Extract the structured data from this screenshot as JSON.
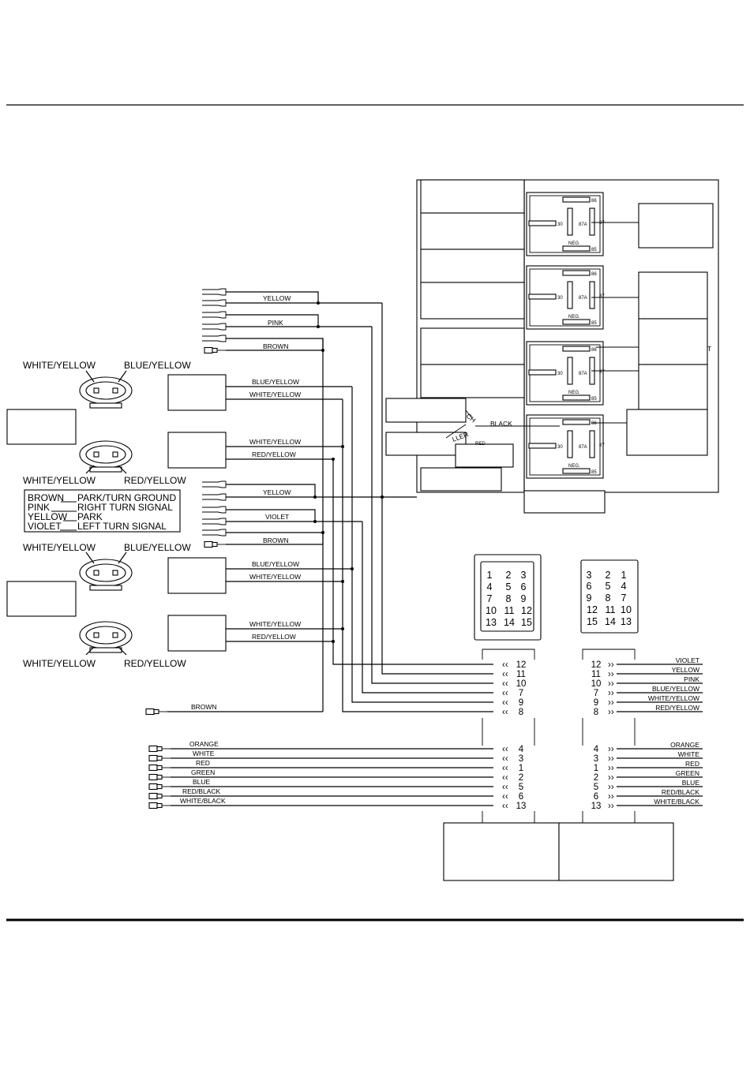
{
  "wires": {
    "upper_harness": [
      "YELLOW",
      "PINK",
      "BROWN"
    ],
    "upper_left_module": [
      "BLUE/YELLOW",
      "WHITE/YELLOW"
    ],
    "upper_right_module": [
      "WHITE/YELLOW",
      "RED/YELLOW"
    ],
    "lower_harness": [
      "YELLOW",
      "VIOLET",
      "BROWN"
    ],
    "lower_left_module": [
      "BLUE/YELLOW",
      "WHITE/YELLOW"
    ],
    "lower_right_module": [
      "WHITE/YELLOW",
      "RED/YELLOW"
    ],
    "ground": "BROWN",
    "relay_black": "BLACK",
    "partial_labels": [
      "CH",
      "LLER",
      "RED",
      "T"
    ],
    "left_power": [
      "ORANGE",
      "WHITE",
      "RED",
      "GREEN",
      "BLUE",
      "RED/BLACK",
      "WHITE/BLACK"
    ],
    "right_upper": [
      "VIOLET",
      "YELLOW",
      "PINK",
      "BLUE/YELLOW",
      "WHITE/YELLOW",
      "RED/YELLOW"
    ],
    "right_lower": [
      "ORANGE",
      "WHITE",
      "RED",
      "GREEN",
      "BLUE",
      "RED/BLACK",
      "WHITE/BLACK"
    ]
  },
  "headlamps": {
    "upper_left_labels": [
      "WHITE/YELLOW",
      "BLUE/YELLOW"
    ],
    "upper_right_labels": [
      "WHITE/YELLOW",
      "RED/YELLOW"
    ],
    "lower_left_labels": [
      "WHITE/YELLOW",
      "BLUE/YELLOW"
    ],
    "lower_right_labels": [
      "WHITE/YELLOW",
      "RED/YELLOW"
    ]
  },
  "legend": [
    {
      "color": "BROWN",
      "function": "PARK/TURN GROUND"
    },
    {
      "color": "PINK",
      "function": "RIGHT TURN SIGNAL"
    },
    {
      "color": "YELLOW",
      "function": "PARK"
    },
    {
      "color": "VIOLET",
      "function": "LEFT TURN SIGNAL"
    }
  ],
  "connector_faces": {
    "left": [
      [
        "1",
        "2",
        "3"
      ],
      [
        "4",
        "5",
        "6"
      ],
      [
        "7",
        "8",
        "9"
      ],
      [
        "10",
        "11",
        "12"
      ],
      [
        "13",
        "14",
        "15"
      ]
    ],
    "right": [
      [
        "3",
        "2",
        "1"
      ],
      [
        "6",
        "5",
        "4"
      ],
      [
        "9",
        "8",
        "7"
      ],
      [
        "12",
        "11",
        "10"
      ],
      [
        "15",
        "14",
        "13"
      ]
    ]
  },
  "harness_pins": {
    "upper": [
      "12",
      "11",
      "10",
      "7",
      "9",
      "8"
    ],
    "lower": [
      "4",
      "3",
      "1",
      "2",
      "5",
      "6",
      "13"
    ]
  },
  "relay_labels": {
    "t87": "87",
    "t87a": "87A",
    "t30": "30",
    "t86": "86",
    "t85": "85",
    "neg": "NEG."
  }
}
